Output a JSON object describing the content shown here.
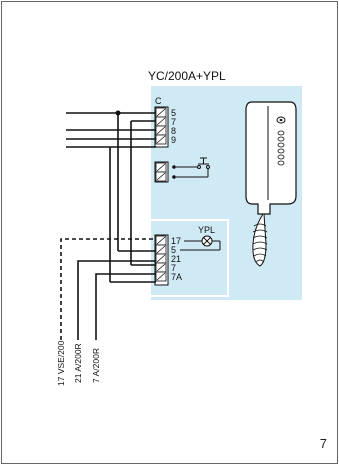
{
  "diagram": {
    "title": "YC/200A+YPL",
    "block_top": {
      "common_label": "C",
      "terminals": [
        "5",
        "7",
        "8",
        "9"
      ]
    },
    "block_bottom": {
      "lamp_label": "YPL",
      "terminals": [
        "17",
        "5",
        "21",
        "7",
        "7A"
      ]
    },
    "cable_labels": [
      "17 VSE/200",
      "21 A/200R",
      "7 A/200R"
    ],
    "colors": {
      "panel": "#cfe9f5",
      "line": "#111111",
      "page_border": "#666666"
    },
    "icons": [
      "terminal-screw-icon",
      "push-button-icon",
      "lamp-icon",
      "handset-icon"
    ]
  },
  "page": {
    "number": "7"
  }
}
